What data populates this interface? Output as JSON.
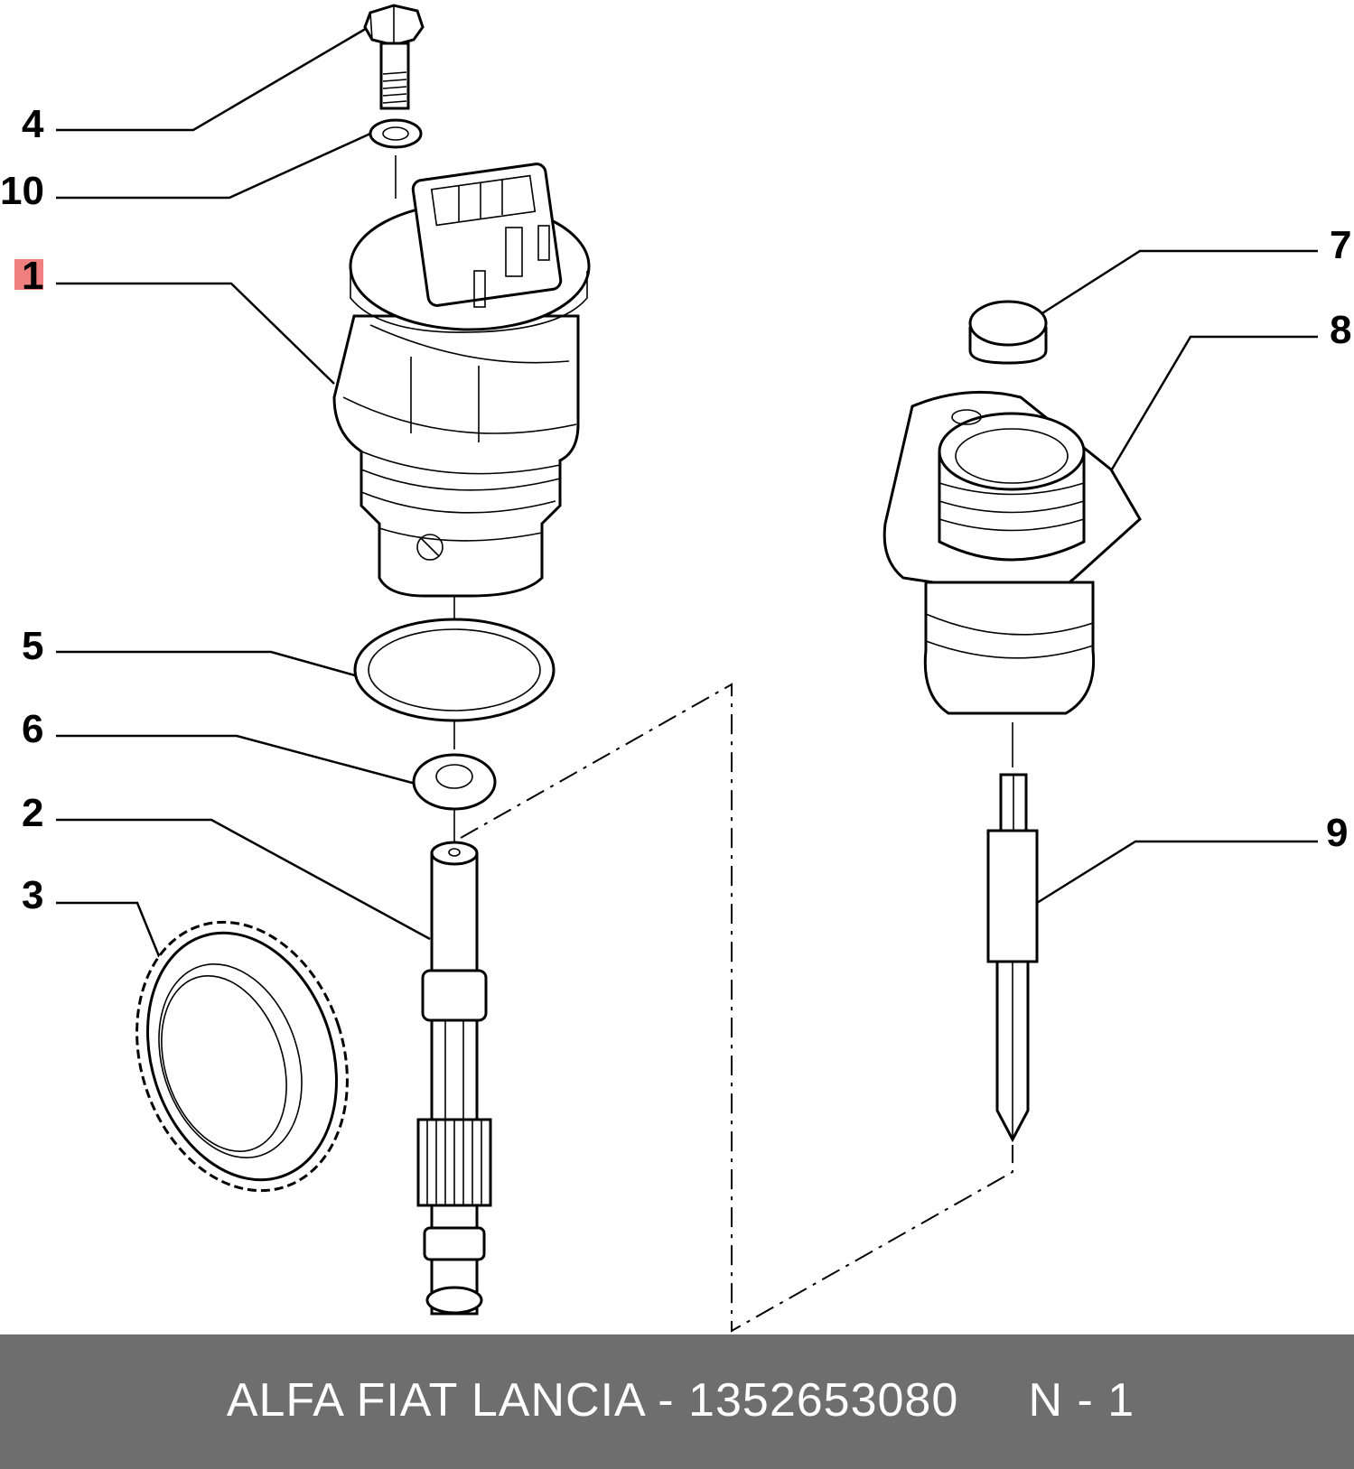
{
  "callouts": [
    {
      "id": "4",
      "text": "4"
    },
    {
      "id": "10",
      "text": "10"
    },
    {
      "id": "1",
      "text": "1",
      "highlighted": true
    },
    {
      "id": "5",
      "text": "5"
    },
    {
      "id": "6",
      "text": "6"
    },
    {
      "id": "2",
      "text": "2"
    },
    {
      "id": "3",
      "text": "3"
    },
    {
      "id": "7",
      "text": "7"
    },
    {
      "id": "8",
      "text": "8"
    },
    {
      "id": "9",
      "text": "9"
    }
  ],
  "footer": {
    "brand": "ALFA FIAT LANCIA",
    "separator": " - ",
    "part_number": "1352653080",
    "note": "N - 1",
    "text": "ALFA FIAT LANCIA - 1352653080     N - 1"
  },
  "colors": {
    "footer_bg": "#6e6e6e",
    "footer_text": "#ffffff",
    "highlight": "#f08080",
    "line": "#000000"
  }
}
